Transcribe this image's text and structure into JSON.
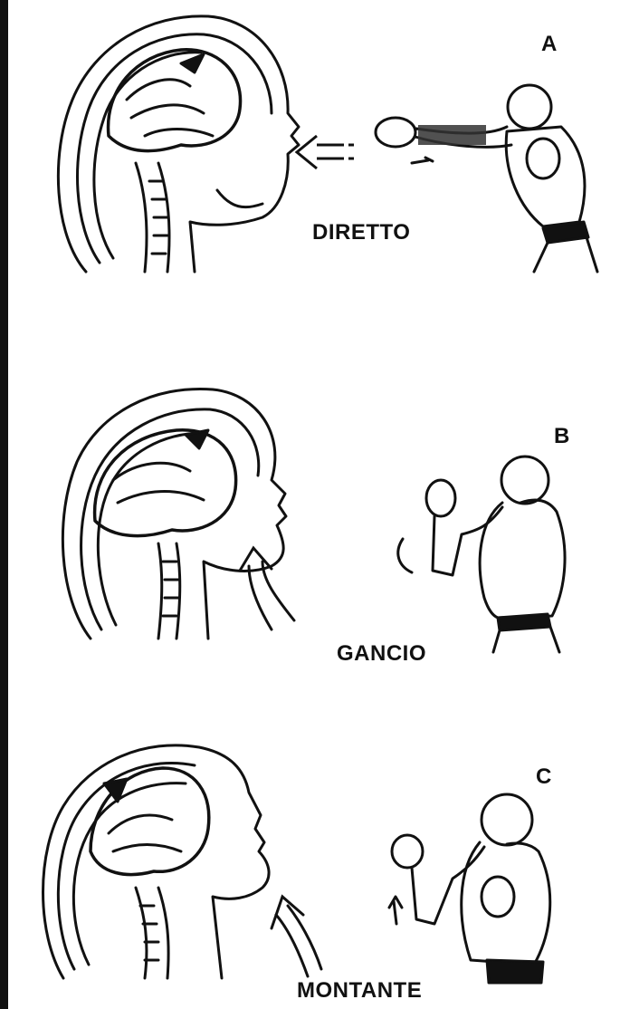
{
  "panels": [
    {
      "letter": "A",
      "caption": "DIRETTO"
    },
    {
      "letter": "B",
      "caption": "GANCIO"
    },
    {
      "letter": "C",
      "caption": "MONTANTE"
    }
  ],
  "colors": {
    "ink": "#111111",
    "paper": "#ffffff"
  },
  "icons": [
    "head-profile-illustration",
    "boxer-figure",
    "impact-arrow",
    "motion-arrow"
  ]
}
